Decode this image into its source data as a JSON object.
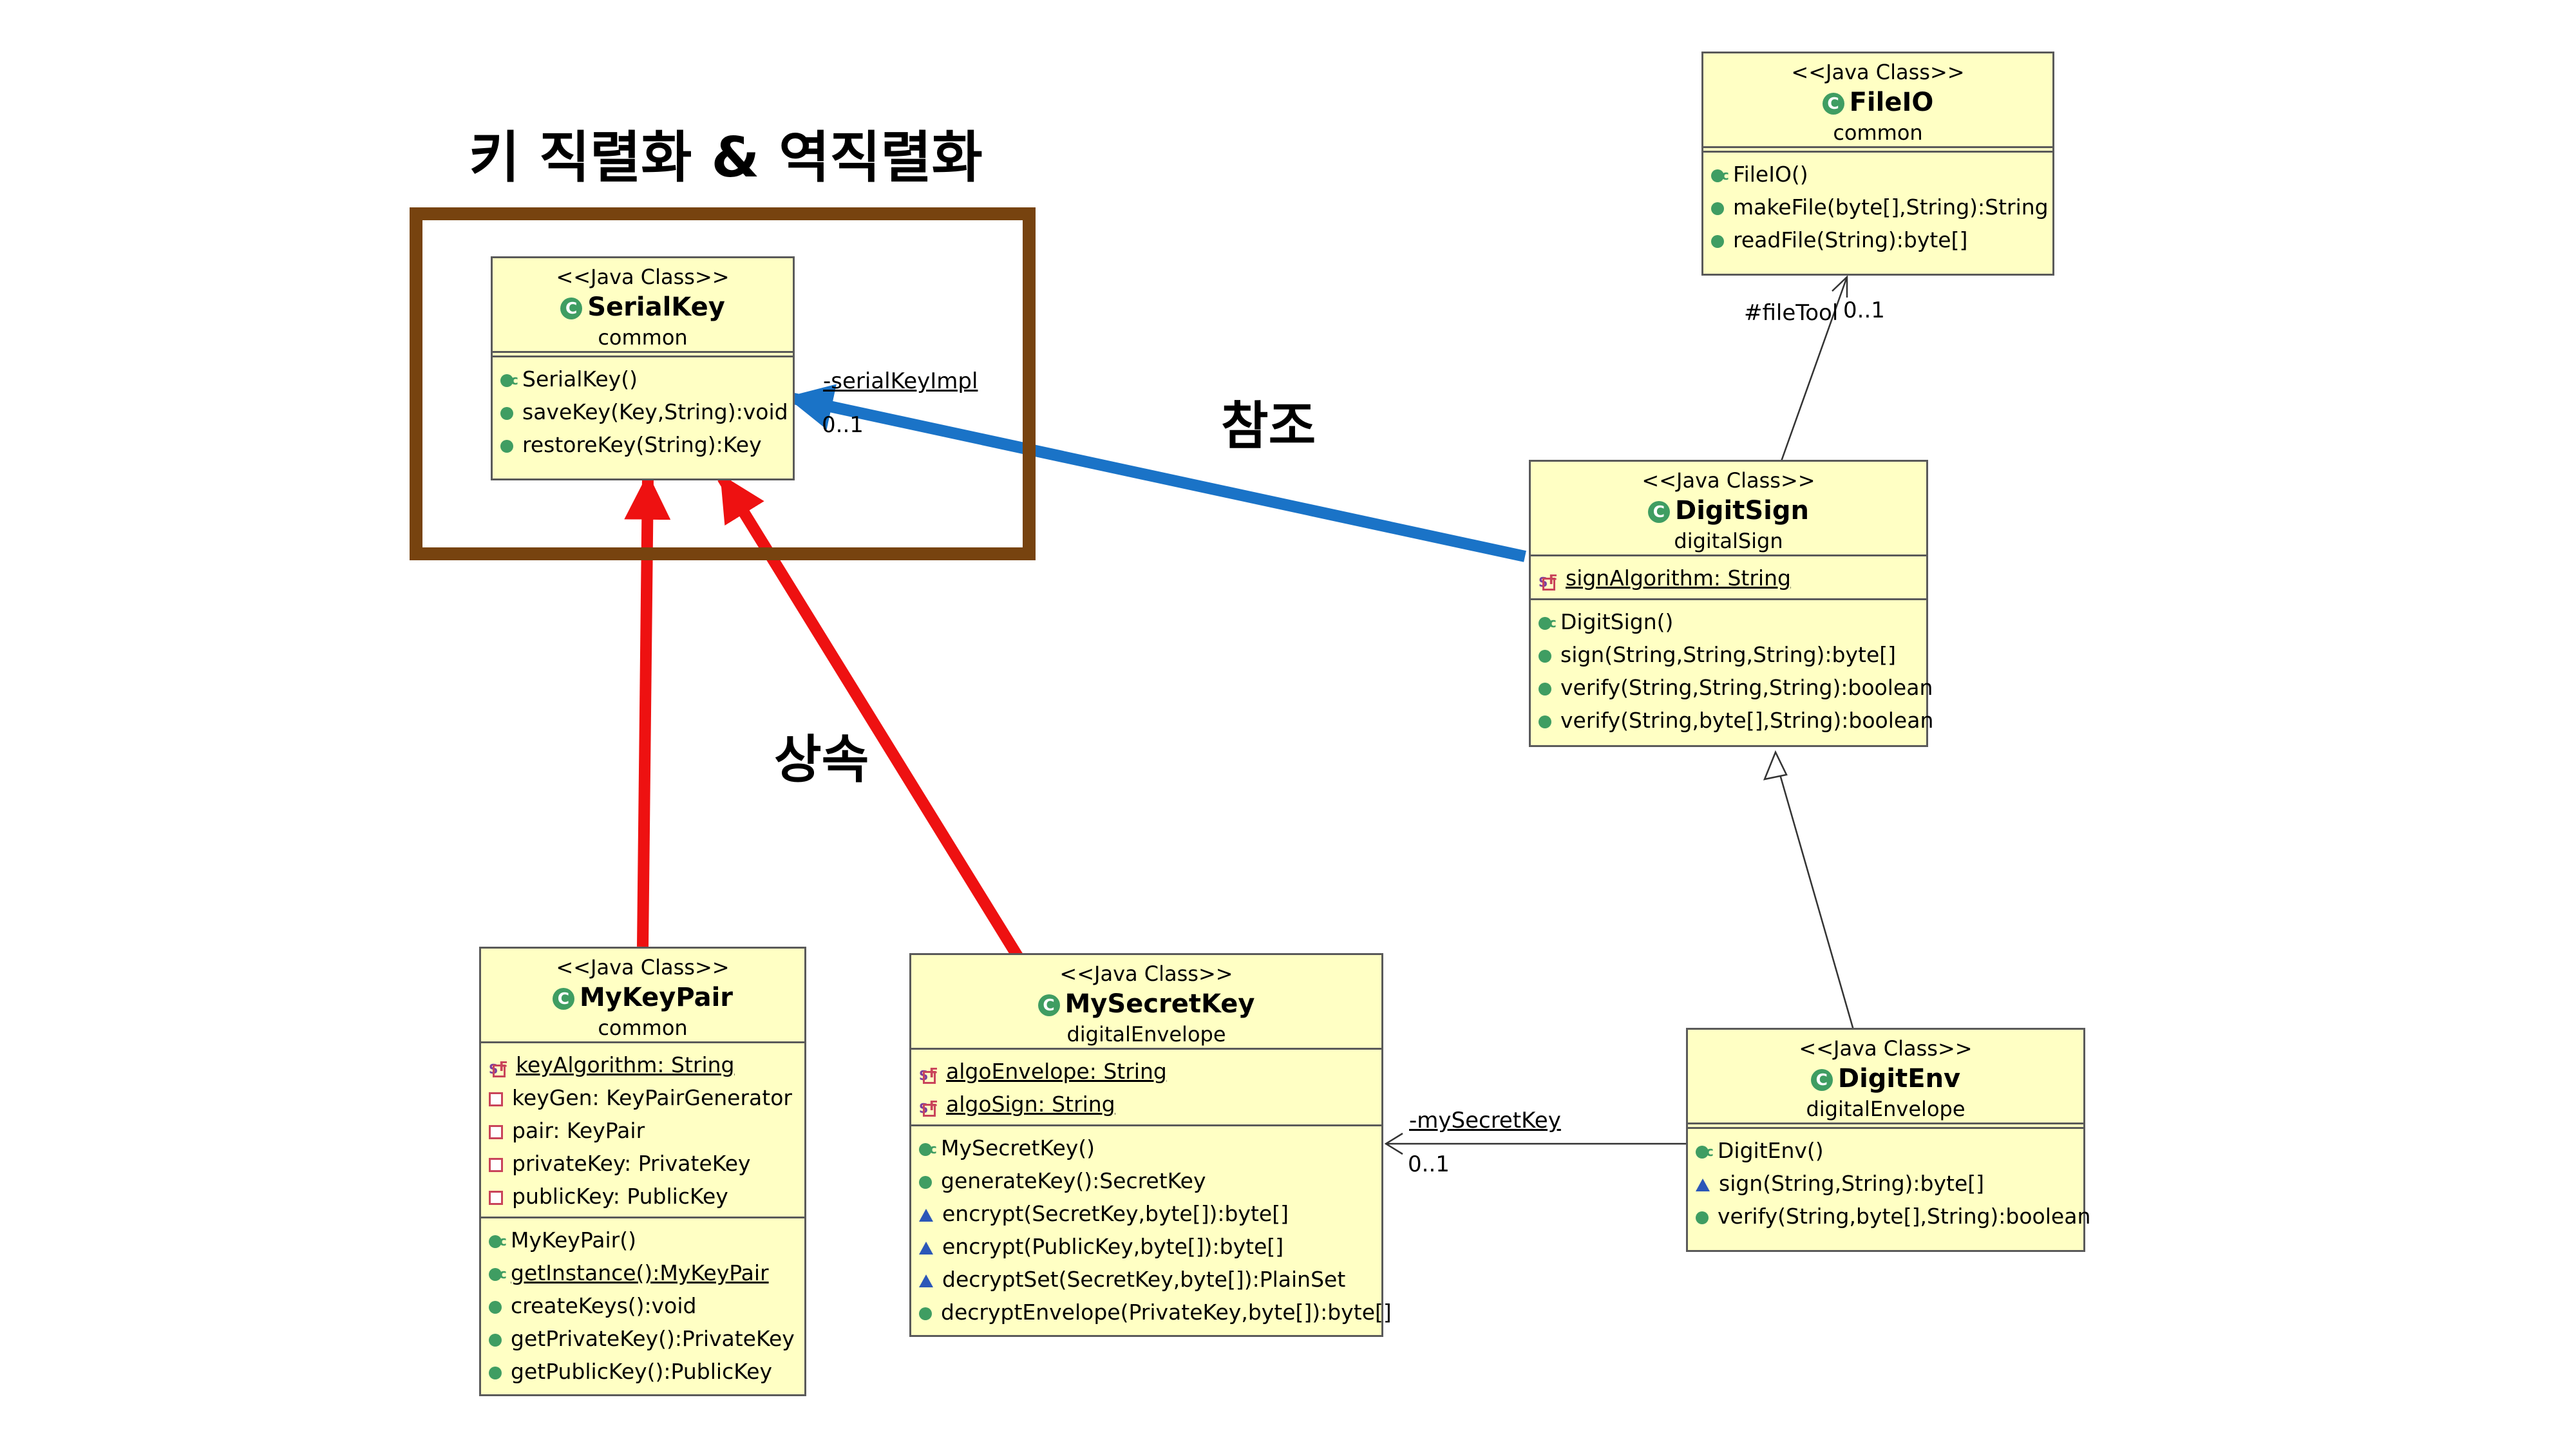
{
  "title": "키 직렬화 & 역직렬화",
  "labels": {
    "reference": "참조",
    "inheritance": "상속",
    "serialKeyImpl": "-serialKeyImpl",
    "serialKeyImplMult": "0..1",
    "fileTool": "#fileTool",
    "fileToolMult": "0..1",
    "mySecretKey": "-mySecretKey",
    "mySecretKeyMult": "0..1"
  },
  "stereotype": "<<Java Class>>",
  "classes": {
    "serialkey": {
      "name": "SerialKey",
      "package": "common",
      "methods": [
        "SerialKey()",
        "saveKey(Key,String):void",
        "restoreKey(String):Key"
      ]
    },
    "fileio": {
      "name": "FileIO",
      "package": "common",
      "methods": [
        "FileIO()",
        "makeFile(byte[],String):String",
        "readFile(String):byte[]"
      ]
    },
    "digitsign": {
      "name": "DigitSign",
      "package": "digitalSign",
      "fields": [
        "signAlgorithm: String"
      ],
      "methods": [
        "DigitSign()",
        "sign(String,String,String):byte[]",
        "verify(String,String,String):boolean",
        "verify(String,byte[],String):boolean"
      ]
    },
    "mykeypair": {
      "name": "MyKeyPair",
      "package": "common",
      "fields": [
        "keyAlgorithm: String",
        "keyGen: KeyPairGenerator",
        "pair: KeyPair",
        "privateKey: PrivateKey",
        "publicKey: PublicKey"
      ],
      "methods": [
        "MyKeyPair()",
        "getInstance():MyKeyPair",
        "createKeys():void",
        "getPrivateKey():PrivateKey",
        "getPublicKey():PublicKey"
      ]
    },
    "mysecretkey": {
      "name": "MySecretKey",
      "package": "digitalEnvelope",
      "fields": [
        "algoEnvelope: String",
        "algoSign: String"
      ],
      "methods": [
        "MySecretKey()",
        "generateKey():SecretKey",
        "encrypt(SecretKey,byte[]):byte[]",
        "encrypt(PublicKey,byte[]):byte[]",
        "decryptSet(SecretKey,byte[]):PlainSet",
        "decryptEnvelope(PrivateKey,byte[]):byte[]"
      ]
    },
    "digitenv": {
      "name": "DigitEnv",
      "package": "digitalEnvelope",
      "methods": [
        "DigitEnv()",
        "sign(String,String):byte[]",
        "verify(String,byte[],String):boolean"
      ]
    }
  },
  "colors": {
    "classFill": "#ffffc4",
    "highlightBox": "#77430f",
    "referenceArrow": "#1a73c7",
    "inheritArrow": "#ee1111",
    "classIcon": "#3f9d62"
  }
}
